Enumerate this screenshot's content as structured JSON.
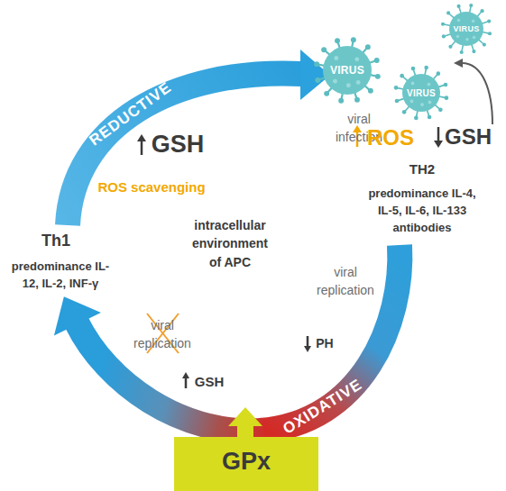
{
  "diagram": {
    "nodes": [
      {
        "text": [
          "VIRUS"
        ]
      },
      {
        "text": [
          "VIRUS"
        ]
      },
      {
        "text": [
          "VIRUS"
        ]
      },
      {
        "text": [
          "GPx"
        ]
      }
    ],
    "labels": [
      "REDUCTIVE",
      "GSH",
      "ROS scavenging",
      "Th1",
      "predominance IL-12, IL-2, INF-γ",
      "intracellular environment of APC",
      "viral infection",
      "ROS",
      "GSH",
      "TH2",
      "predominance IL-4, IL-5, IL-6, IL-133 antibodies",
      "viral replication",
      "viral replication",
      "PH",
      "GSH",
      "OXIDATIVE"
    ]
  }
}
